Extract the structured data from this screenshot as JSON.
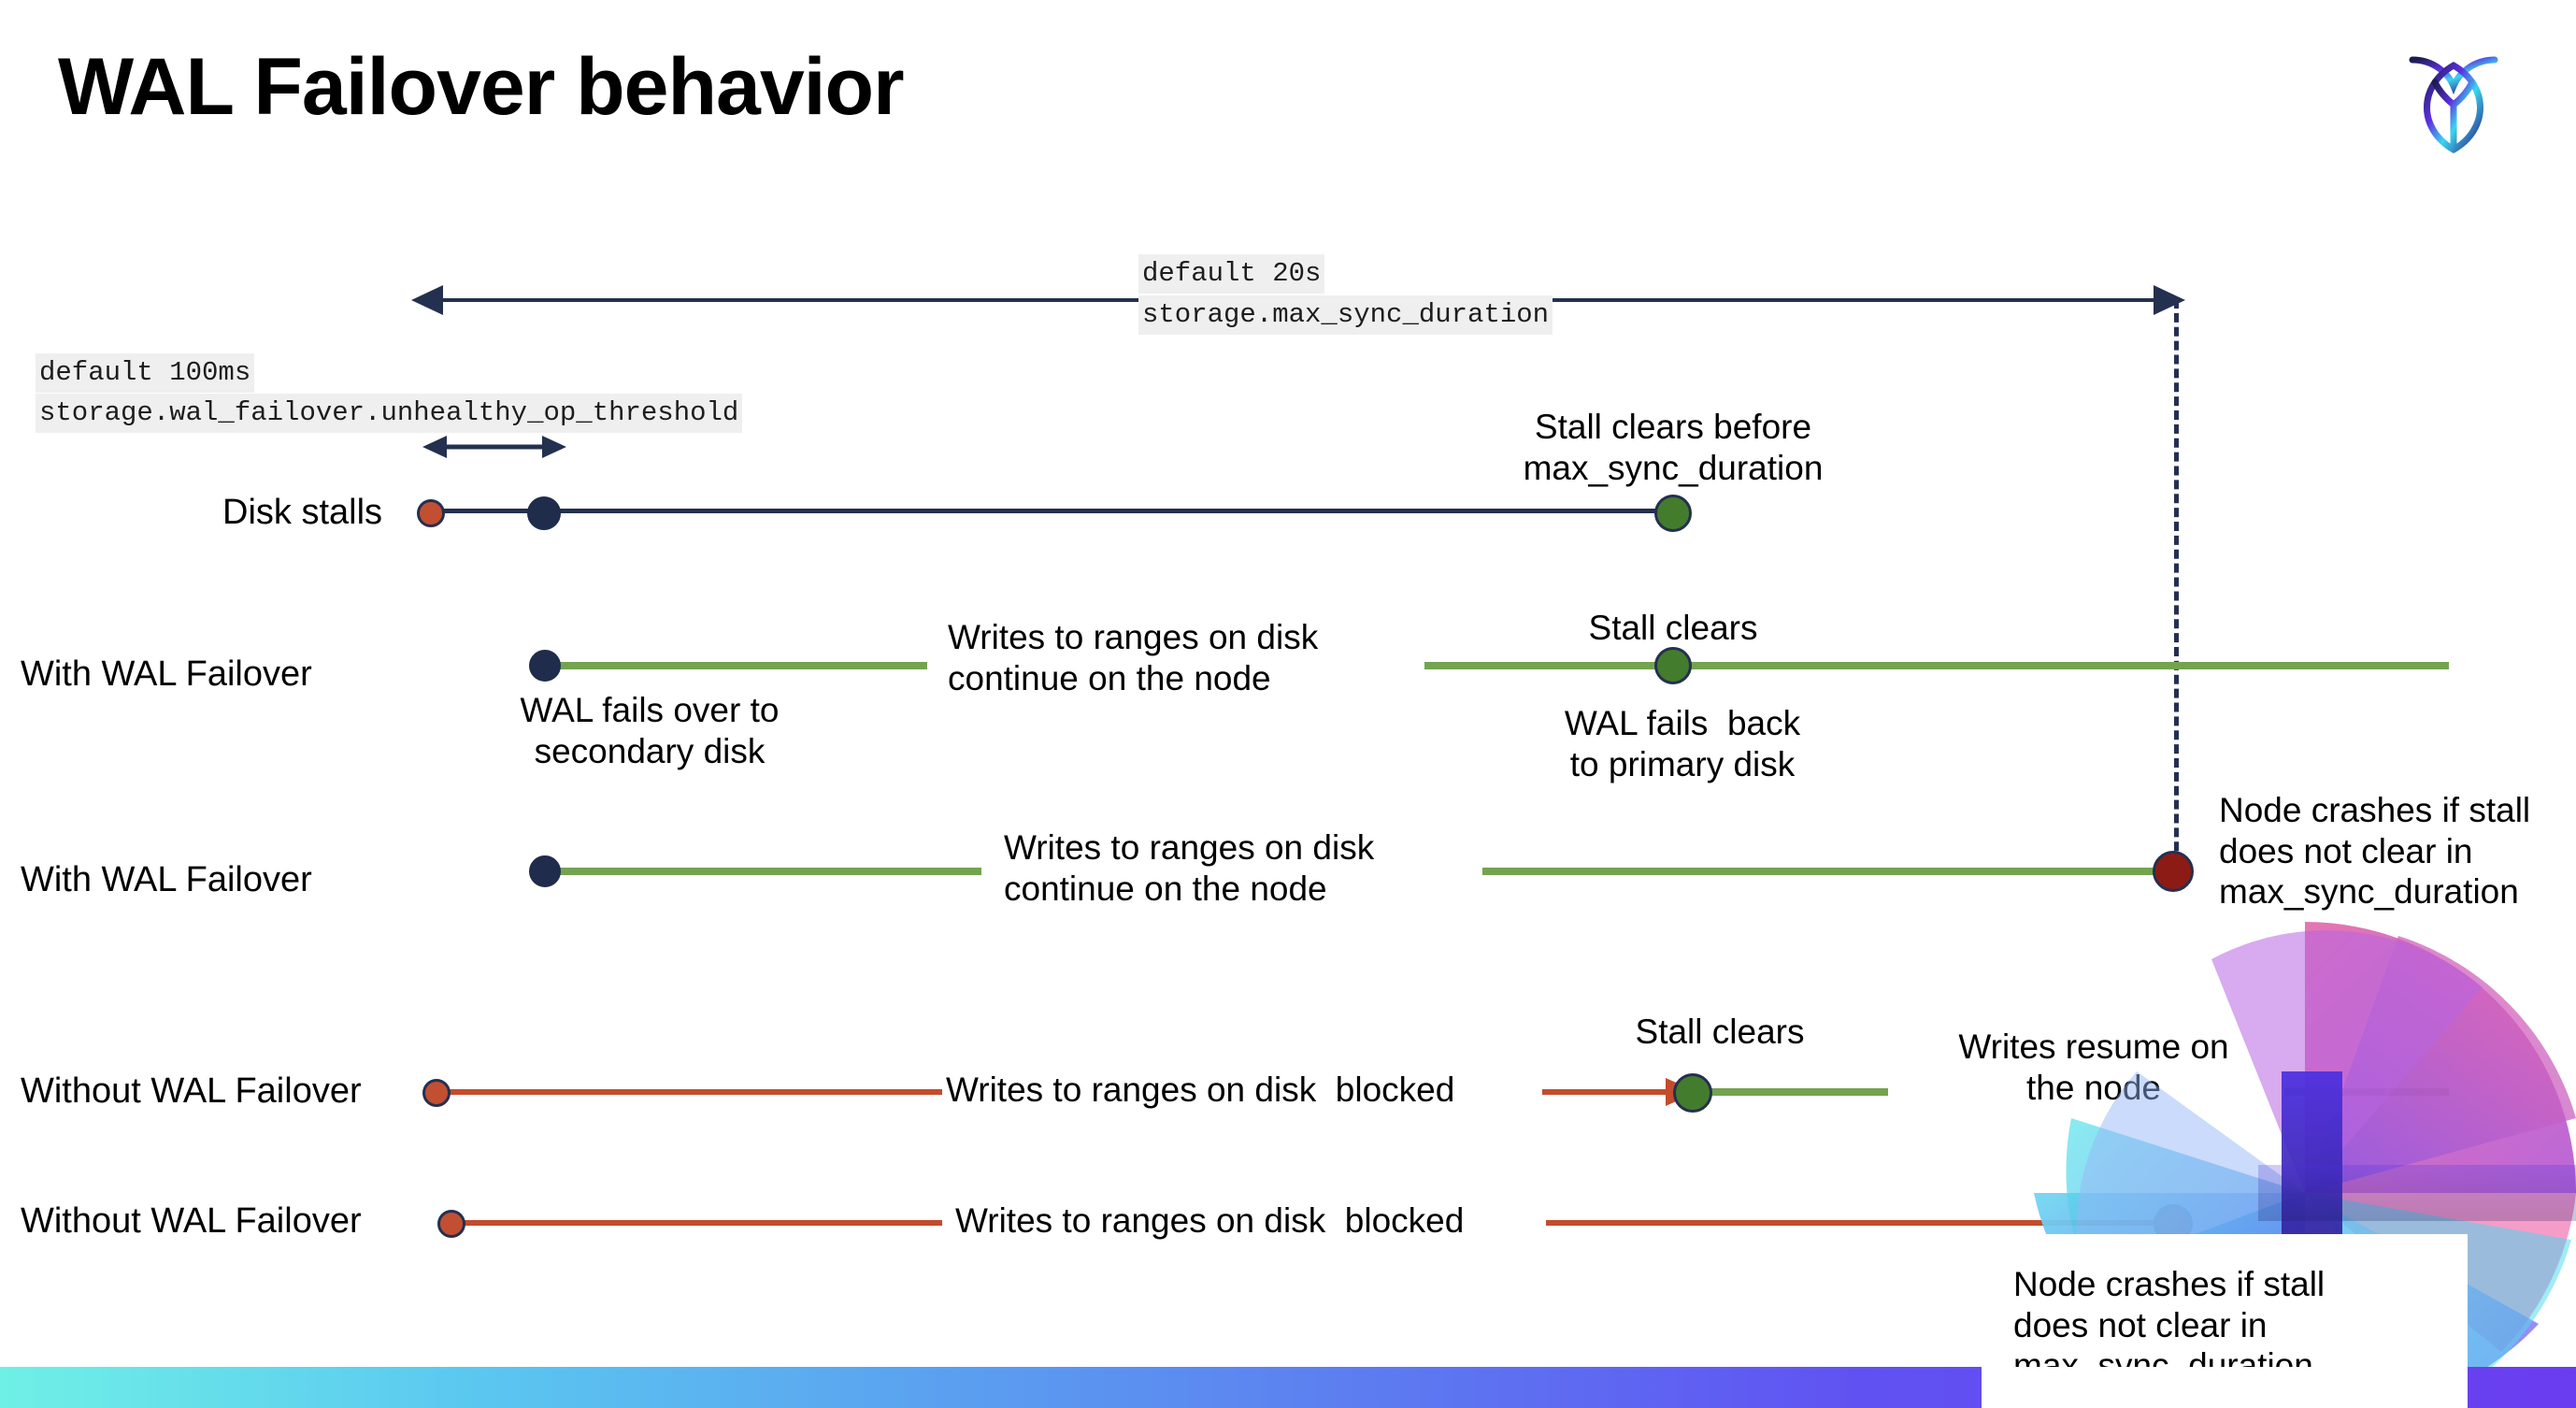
{
  "slide": {
    "title": "WAL Failover behavior",
    "logo_icon": "cockroachdb-logo-icon"
  },
  "annotations": {
    "max_sync_duration": {
      "default_line": "default 20s",
      "setting_line": "storage.max_sync_duration"
    },
    "unhealthy_op_threshold": {
      "default_line": "default 100ms",
      "setting_line": "storage.wal_failover.unhealthy_op_threshold"
    }
  },
  "timelines": [
    {
      "id": "disk-stalls",
      "label": "Disk stalls",
      "notes": [
        {
          "id": "stall-clears-before",
          "text": "Stall clears before\nmax_sync_duration"
        }
      ],
      "markers": [
        {
          "id": "stall-start",
          "color": "red"
        },
        {
          "id": "threshold-reached",
          "color": "navy"
        },
        {
          "id": "stall-cleared",
          "color": "green"
        }
      ]
    },
    {
      "id": "with-wal-failover-recovers",
      "label": "With WAL Failover",
      "notes": [
        {
          "id": "writes-continue",
          "text": "Writes to ranges on disk\ncontinue on the node"
        },
        {
          "id": "stall-clears",
          "text": "Stall clears"
        },
        {
          "id": "wal-fails-over",
          "text": "WAL fails over to\nsecondary disk"
        },
        {
          "id": "wal-fails-back",
          "text": "WAL fails  back\nto primary disk"
        }
      ],
      "markers": [
        {
          "id": "failover-point",
          "color": "navy"
        },
        {
          "id": "stall-cleared",
          "color": "green"
        }
      ]
    },
    {
      "id": "with-wal-failover-crashes",
      "label": "With WAL Failover",
      "notes": [
        {
          "id": "writes-continue",
          "text": "Writes to ranges on disk\ncontinue on the node"
        },
        {
          "id": "node-crashes",
          "text": "Node crashes if stall\ndoes not clear in\nmax_sync_duration"
        }
      ],
      "markers": [
        {
          "id": "failover-point",
          "color": "navy"
        },
        {
          "id": "node-crash",
          "color": "darkred"
        }
      ]
    },
    {
      "id": "without-wal-failover-recovers",
      "label": "Without WAL Failover",
      "notes": [
        {
          "id": "writes-blocked",
          "text": "Writes to ranges on disk  blocked"
        },
        {
          "id": "stall-clears",
          "text": "Stall clears"
        },
        {
          "id": "writes-resume",
          "text": "Writes resume on\nthe node"
        }
      ],
      "markers": [
        {
          "id": "stall-start",
          "color": "red"
        },
        {
          "id": "stall-cleared",
          "color": "green"
        }
      ]
    },
    {
      "id": "without-wal-failover-crashes",
      "label": "Without WAL Failover",
      "notes": [
        {
          "id": "writes-blocked",
          "text": "Writes to ranges on disk  blocked"
        },
        {
          "id": "node-crashes",
          "text": "Node crashes if stall\ndoes not clear in\nmax_sync_duration"
        }
      ],
      "markers": [
        {
          "id": "stall-start",
          "color": "red"
        },
        {
          "id": "node-crash",
          "color": "darkred"
        }
      ]
    }
  ],
  "colors": {
    "navy": "#24304f",
    "green": "#74a350",
    "red": "#c34c2c",
    "dot_red": "#c24f32",
    "dot_green": "#447c2d",
    "dot_darkred": "#8c1b16",
    "code_bg": "#efefef"
  }
}
